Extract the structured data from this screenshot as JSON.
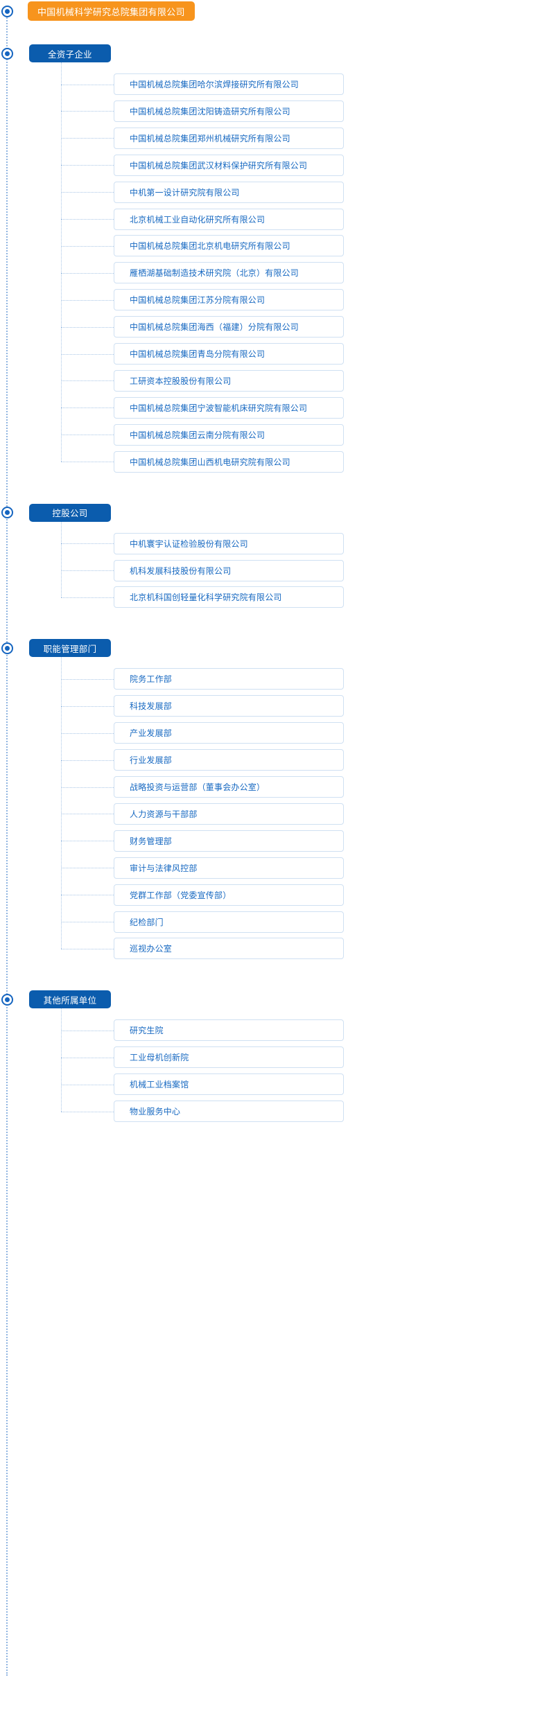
{
  "root": {
    "label": "中国机械科学研究总院集团有限公司",
    "color": "#f7941d"
  },
  "theme": {
    "category_color": "#0b5cad",
    "leaf_text_color": "#1668c1",
    "leaf_border_color": "#cfe0f2",
    "connector_color": "#a9c6e6",
    "spine_color": "#8fb4e0",
    "marker_color": "#1565c0"
  },
  "categories": [
    {
      "label": "全资子企业",
      "items": [
        "中国机械总院集团哈尔滨焊接研究所有限公司",
        "中国机械总院集团沈阳铸造研究所有限公司",
        "中国机械总院集团郑州机械研究所有限公司",
        "中国机械总院集团武汉材料保护研究所有限公司",
        "中机第一设计研究院有限公司",
        "北京机械工业自动化研究所有限公司",
        "中国机械总院集团北京机电研究所有限公司",
        "雁栖湖基础制造技术研究院（北京）有限公司",
        "中国机械总院集团江苏分院有限公司",
        "中国机械总院集团海西（福建）分院有限公司",
        "中国机械总院集团青岛分院有限公司",
        "工研资本控股股份有限公司",
        "中国机械总院集团宁波智能机床研究院有限公司",
        "中国机械总院集团云南分院有限公司",
        "中国机械总院集团山西机电研究院有限公司"
      ]
    },
    {
      "label": "控股公司",
      "items": [
        "中机寰宇认证检验股份有限公司",
        "机科发展科技股份有限公司",
        "北京机科国创轻量化科学研究院有限公司"
      ]
    },
    {
      "label": "职能管理部门",
      "items": [
        "院务工作部",
        "科技发展部",
        "产业发展部",
        "行业发展部",
        "战略投资与运营部（董事会办公室）",
        "人力资源与干部部",
        "财务管理部",
        "审计与法律风控部",
        "党群工作部（党委宣传部）",
        "纪检部门",
        "巡视办公室"
      ]
    },
    {
      "label": "其他所属单位",
      "items": [
        "研究生院",
        "工业母机创新院",
        "机械工业档案馆",
        "物业服务中心"
      ]
    }
  ]
}
